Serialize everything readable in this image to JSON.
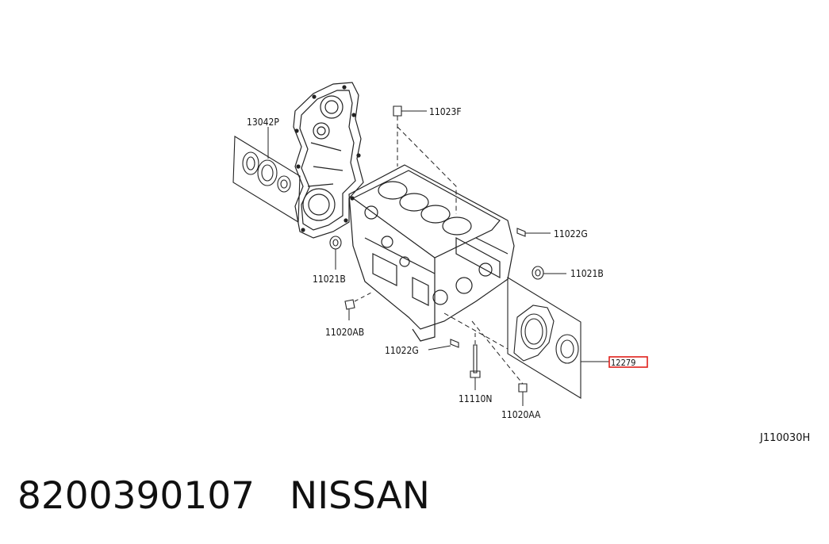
{
  "diagram": {
    "callouts": {
      "p13042P": "13042P",
      "p11023F": "11023F",
      "p11022G_right": "11022G",
      "p11021B_right": "11021B",
      "p11021B_left": "11021B",
      "p11020AB": "11020AB",
      "p11022G_bottom": "11022G",
      "p12279": "12279",
      "p11110N": "11110N",
      "p11020AA": "11020AA"
    },
    "reference": "J110030H",
    "highlight_color": "#e0201b"
  },
  "caption": {
    "part_number": "8200390107",
    "brand": "NISSAN"
  }
}
